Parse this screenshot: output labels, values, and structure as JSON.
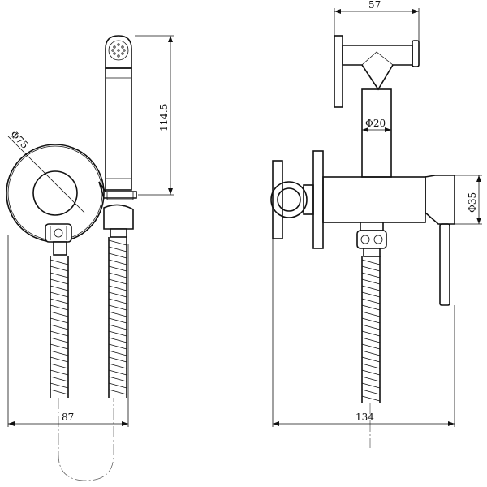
{
  "dimensions": {
    "overall_width_front": "87",
    "handset_height": "114.5",
    "plate_diameter": "Φ75",
    "overall_width_side": "134",
    "top_length": "57",
    "stem_diameter": "Φ20",
    "body_diameter": "Φ35"
  }
}
